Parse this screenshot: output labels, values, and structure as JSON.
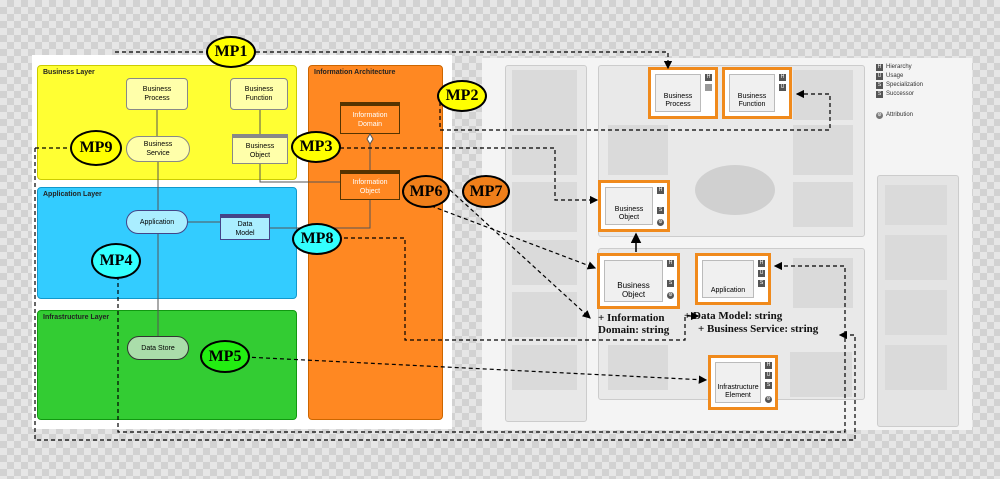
{
  "left": {
    "business_layer": {
      "title": "Business Layer",
      "process": "Business Process",
      "function": "Business Function",
      "service": "Business Service",
      "object": "Business Object"
    },
    "application_layer": {
      "title": "Application Layer",
      "application": "Application",
      "data_model": "Data Model"
    },
    "infrastructure_layer": {
      "title": "Infrastructure Layer",
      "data_store": "Data Store"
    },
    "information_architecture": {
      "title": "Information Architecture",
      "information_domain": "Information Domain",
      "information_object": "Information Object"
    }
  },
  "markers": {
    "mp1": "MP1",
    "mp2": "MP2",
    "mp3": "MP3",
    "mp4": "MP4",
    "mp5": "MP5",
    "mp6": "MP6",
    "mp7": "MP7",
    "mp8": "MP8",
    "mp9": "MP9"
  },
  "right": {
    "business_process": "Business Process",
    "business_function": "Business Function",
    "business_object_top": "Business Object",
    "business_object": "Business Object",
    "application": "Application",
    "infrastructure_element": "Infrastructure Element",
    "attr_info_domain_1": "+ Information",
    "attr_info_domain_2": "Domain: string",
    "attr_data_model": "+ Data Model: string",
    "attr_business_service": "+ Business Service: string",
    "legend": {
      "hierarchy": "Hierarchy",
      "usage": "Usage",
      "specialization": "Specialization",
      "successor": "Successor",
      "attribution": "Attribution"
    }
  },
  "colors": {
    "business": "#ffff33",
    "application": "#33ccff",
    "infrastructure": "#33cc33",
    "information": "#ff8822",
    "highlight": "#f08a1c",
    "marker_yellow": "#ffff00",
    "marker_orange": "#f07f1a",
    "marker_cyan": "#33ffff",
    "marker_green": "#22ee11"
  }
}
